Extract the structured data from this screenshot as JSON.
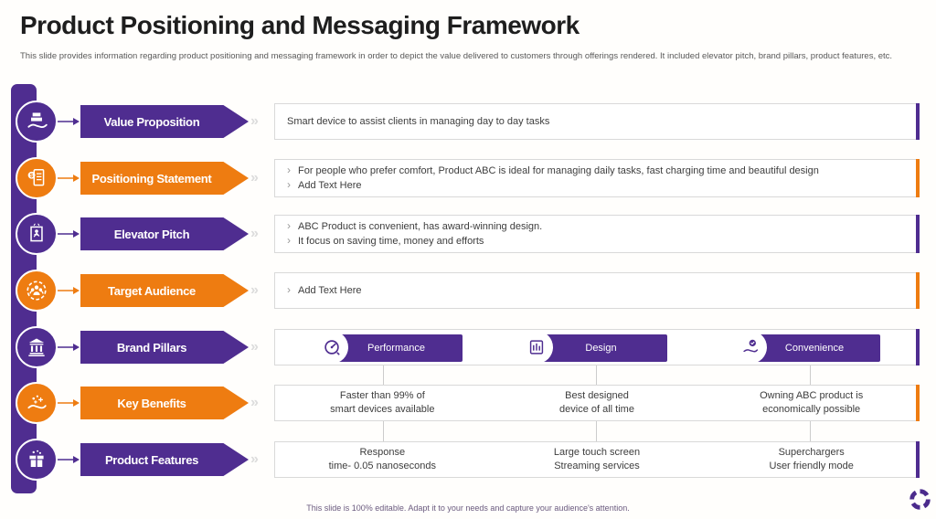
{
  "slide": {
    "title": "Product Positioning and Messaging Framework",
    "subtitle": "This slide provides information regarding product positioning and messaging framework in order to depict the value delivered to customers through offerings rendered. It included elevator pitch, brand pillars, product features, etc.",
    "footer": "This slide is 100% editable. Adapt it to your needs and capture your audience's attention."
  },
  "glyphs": {
    "bullet": "›",
    "double_chevron": "»"
  },
  "colors": {
    "purple": "#4f2d90",
    "orange": "#ee7c11",
    "box_border": "#d9d9d9",
    "connector_gray": "#cccccc"
  },
  "rows": [
    {
      "label": "Value Proposition",
      "theme": "purple",
      "icon": "hand-holding-gifts-icon",
      "lines": [
        "Smart device to assist clients in managing day to day tasks"
      ],
      "bulleted": false
    },
    {
      "label": "Positioning Statement",
      "theme": "orange",
      "icon": "document-dollar-icon",
      "lines": [
        "For people who prefer comfort, Product ABC is ideal for managing daily tasks, fast charging time and beautiful design",
        "Add Text Here"
      ],
      "bulleted": true
    },
    {
      "label": "Elevator Pitch",
      "theme": "purple",
      "icon": "elevator-person-icon",
      "lines": [
        "ABC Product is convenient, has award-winning design.",
        "It focus on saving time, money and efforts"
      ],
      "bulleted": true
    },
    {
      "label": "Target Audience",
      "theme": "orange",
      "icon": "audience-group-icon",
      "lines": [
        "Add Text Here"
      ],
      "bulleted": true
    },
    {
      "label": "Brand Pillars",
      "theme": "purple",
      "icon": "bank-pillars-icon",
      "pillars": [
        {
          "label": "Performance",
          "icon": "gauge-icon"
        },
        {
          "label": "Design",
          "icon": "design-blocks-icon"
        },
        {
          "label": "Convenience",
          "icon": "hand-check-icon"
        }
      ]
    },
    {
      "label": "Key Benefits",
      "theme": "orange",
      "icon": "hand-sparkles-icon",
      "columns": [
        [
          "Faster than 99% of",
          "smart devices available"
        ],
        [
          "Best designed",
          "device of all time"
        ],
        [
          "Owning ABC product is",
          "economically possible"
        ]
      ]
    },
    {
      "label": "Product Features",
      "theme": "purple",
      "icon": "gift-box-icon",
      "columns": [
        [
          "Response",
          "time- 0.05 nanoseconds"
        ],
        [
          "Large touch screen",
          "Streaming services"
        ],
        [
          "Superchargers",
          "User friendly mode"
        ]
      ]
    }
  ]
}
